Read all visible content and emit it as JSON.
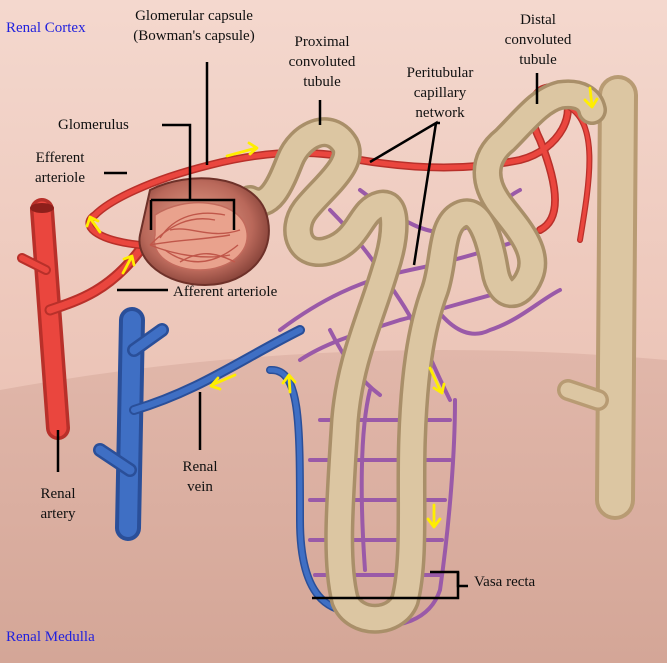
{
  "zones": {
    "cortex": "Renal Cortex",
    "medulla": "Renal Medulla"
  },
  "labels": {
    "glomerular_capsule": [
      "Glomerular capsule",
      "(Bowman's capsule)"
    ],
    "proximal_tubule": [
      "Proximal",
      "convoluted",
      "tubule"
    ],
    "distal_tubule": [
      "Distal",
      "convoluted",
      "tubule"
    ],
    "peritubular": [
      "Peritubular",
      "capillary",
      "network"
    ],
    "glomerulus": "Glomerulus",
    "efferent": [
      "Efferent",
      "arteriole"
    ],
    "afferent": "Afferent arteriole",
    "renal_artery": [
      "Renal",
      "artery"
    ],
    "renal_vein": [
      "Renal",
      "vein"
    ],
    "vasa_recta": "Vasa recta"
  },
  "colors": {
    "cortex_bg": "#f0cdc2",
    "medulla_bg": "#dcb0a3",
    "artery": "#e8413a",
    "vein": "#3565b8",
    "capillary": "#9a5aa8",
    "tubule": "#d8c29e",
    "flow_arrow": "#ffee00",
    "zone_text": "#2222dd"
  }
}
